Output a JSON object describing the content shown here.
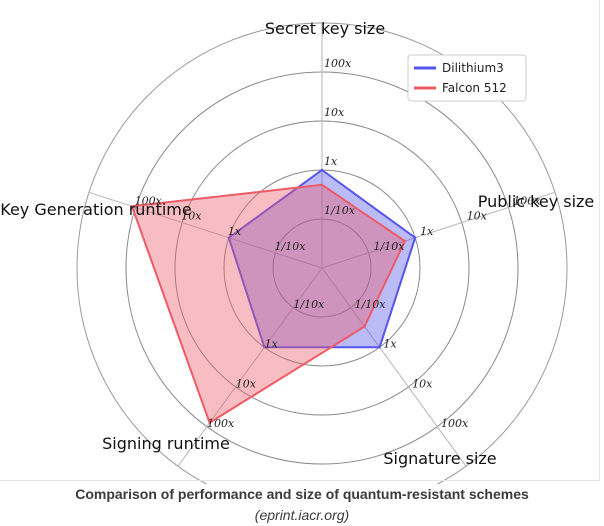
{
  "chart_data": {
    "type": "radar",
    "scale": "log",
    "axes": [
      "Secret key size",
      "Public key size",
      "Signature size",
      "Signing runtime",
      "Key Generation runtime"
    ],
    "ring_labels": [
      "1/10x",
      "1x",
      "10x",
      "100x"
    ],
    "ring_values": [
      0.1,
      1,
      10,
      100
    ],
    "series": [
      {
        "name": "Dilithium3",
        "color": "#5555ee",
        "values": [
          1,
          1,
          1,
          1,
          1
        ]
      },
      {
        "name": "Falcon 512",
        "color": "#ee5b66",
        "values": [
          0.5,
          0.6,
          0.3,
          80,
          120
        ]
      }
    ],
    "legend": {
      "position": "top-right"
    },
    "grid": true
  },
  "caption": {
    "title": "Comparison of performance and size of quantum-resistant schemes",
    "source": "(eprint.iacr.org)"
  }
}
